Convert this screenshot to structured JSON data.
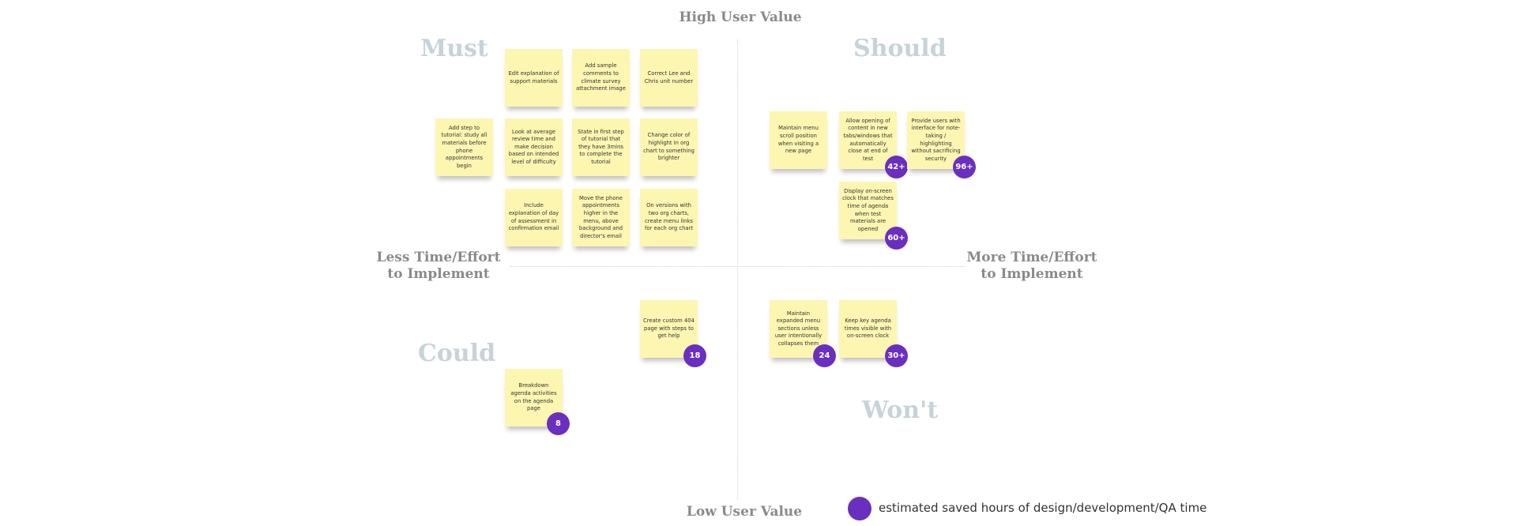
{
  "axes": {
    "top": "High User Value",
    "bottom": "Low User Value",
    "left": [
      "Less Time/Effort",
      "to Implement"
    ],
    "right": [
      "More Time/Effort",
      "to Implement"
    ]
  },
  "quadrants": {
    "must": "Must",
    "should": "Should",
    "could": "Could",
    "wont": "Won't"
  },
  "notes": [
    {
      "text": "Edit explanation of support materials",
      "quadrant": "Must"
    },
    {
      "text": "Add sample comments to climate survey attachment image",
      "quadrant": "Must"
    },
    {
      "text": "Correct Lee and Chris unit number",
      "quadrant": "Must"
    },
    {
      "text": "Add step to tutorial: study all materials before phone appointments begin",
      "quadrant": "Must"
    },
    {
      "text": "Look at average review time and make decision based on intended level of difficulty",
      "quadrant": "Must"
    },
    {
      "text": "State in first step of tutorial that they have 3mins to complete the tutorial",
      "quadrant": "Must"
    },
    {
      "text": "Change color of highlight in org chart to something brighter",
      "quadrant": "Must"
    },
    {
      "text": "Include explanation of day of assessment in confirmation email",
      "quadrant": "Must"
    },
    {
      "text": "Move the phone appointments higher in the menu, above background and director's email",
      "quadrant": "Must"
    },
    {
      "text": "On versions with two org charts, create menu links for each org chart",
      "quadrant": "Must"
    },
    {
      "text": "Maintain menu scroll position when visiting a new page",
      "quadrant": "Should"
    },
    {
      "text": "Allow opening of content in new tabs/windows that automatically close at end of test",
      "quadrant": "Should",
      "badge": "42+"
    },
    {
      "text": "Provide users with interface for note-taking / highlighting without sacrificing security",
      "quadrant": "Should",
      "badge": "96+"
    },
    {
      "text": "Display on-screen clock that matches time of agenda when test materials are opened",
      "quadrant": "Should",
      "badge": "60+"
    },
    {
      "text": "Create custom 404 page with steps to get help",
      "quadrant": "Could",
      "badge": "18"
    },
    {
      "text": "Breakdown agenda activities on the agenda page",
      "quadrant": "Could",
      "badge": "8"
    },
    {
      "text": "Maintain expanded menu sections unless user intentionally collapses them",
      "quadrant": "Won't",
      "badge": "24"
    },
    {
      "text": "Keep key agenda times visible with on-screen clock",
      "quadrant": "Won't",
      "badge": "30+"
    }
  ],
  "legend": {
    "text": "estimated saved hours of design/development/QA time"
  },
  "colors": {
    "note": "#fcf6b1",
    "badge": "#6a2fbf",
    "quadrant_label": "#c6d3d8",
    "axis_label": "#8a8a8a"
  }
}
